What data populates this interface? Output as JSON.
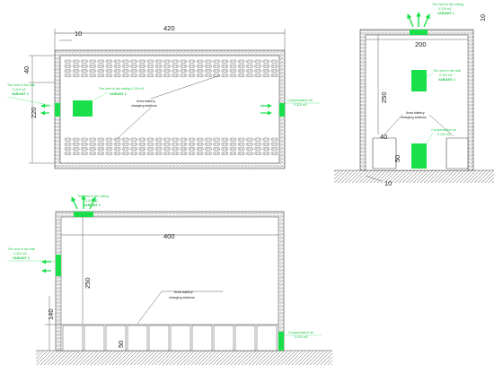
{
  "colors": {
    "accent": "#19e04a",
    "note_text": "#22c84a",
    "wall": "#4a4a4a",
    "line": "#333333"
  },
  "plan": {
    "dims": {
      "width": "420",
      "wall": "10",
      "depth": "220",
      "offset": "40"
    },
    "vent_wall": {
      "line1": "The vent in the wall",
      "line2": "0.116 m2",
      "line3": "VARIANT 2"
    },
    "vent_ceiling": {
      "line1": "The vent in the ceiling 0.116 m2",
      "line2": "VARIANT 1"
    },
    "area": {
      "line1": "Area battery",
      "line2": "charging stations"
    },
    "compensation": {
      "line1": "Compensation air",
      "line2": "0.116 m2"
    }
  },
  "side": {
    "dims": {
      "top_wall": "10",
      "width": "200",
      "height": "250",
      "station_width": "40",
      "station_height": "50",
      "floor_wall": "10"
    },
    "vent_ceiling": {
      "line1": "The vent in the ceiling",
      "line2": "0.116 m2",
      "line3": "VARIANT 1"
    },
    "vent_wall": {
      "line1": "The vent in the wall",
      "line2": "0.116 m2",
      "line3": "VARIANT 2"
    },
    "area": {
      "line1": "Area battery",
      "line2": "charging stations"
    },
    "compensation": {
      "line1": "Compensation air",
      "line2": "0.116 m2"
    }
  },
  "front": {
    "dims": {
      "width": "400",
      "height": "250",
      "low": "140",
      "station_height": "50"
    },
    "vent_ceiling": {
      "line1": "The vent in the ceiling",
      "line2": "0.116 m2",
      "line3": "VARIANT 1"
    },
    "vent_wall": {
      "line1": "The vent in the wall",
      "line2": "0.116 m2",
      "line3": "VARIANT 2"
    },
    "area": {
      "line1": "Area battery",
      "line2": "charging stations"
    },
    "compensation": {
      "line1": "Compensation air",
      "line2": "0.116 m2"
    }
  }
}
